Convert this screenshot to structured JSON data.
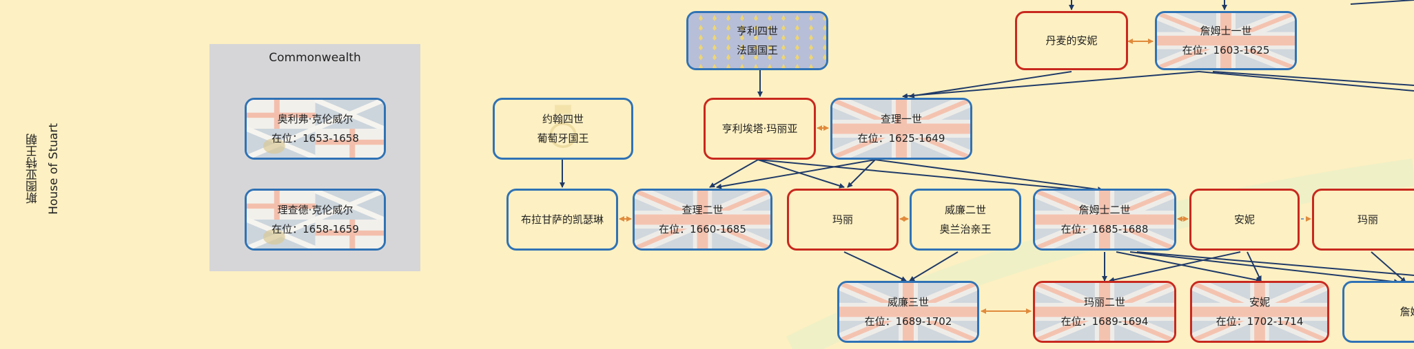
{
  "dynasty": {
    "zh": "斯图亚特王朝",
    "en": "House of Stuart"
  },
  "commonwealth": {
    "title": "Commonwealth",
    "members": [
      {
        "name": "奥利弗·克伦威尔",
        "reign": "在位：1653-1658"
      },
      {
        "name": "理查德·克伦威尔",
        "reign": "在位：1658-1659"
      }
    ]
  },
  "people": {
    "henri4": {
      "name": "亨利四世",
      "title": "法国国王"
    },
    "anne_denmark": {
      "name": "丹麦的安妮"
    },
    "james1": {
      "name": "詹姆士一世",
      "reign": "在位：1603-1625"
    },
    "joao4": {
      "name": "约翰四世",
      "title": "葡萄牙国王"
    },
    "henrietta": {
      "name": "亨利埃塔·玛丽亚"
    },
    "charles1": {
      "name": "查理一世",
      "reign": "在位：1625-1649"
    },
    "catherine": {
      "name": "布拉甘萨的凯瑟琳"
    },
    "charles2": {
      "name": "查理二世",
      "reign": "在位：1660-1685"
    },
    "mary_orange": {
      "name": "玛丽"
    },
    "william2": {
      "name": "威廉二世",
      "title": "奥兰治亲王"
    },
    "james2": {
      "name": "詹姆士二世",
      "reign": "在位：1685-1688"
    },
    "anne_hyde": {
      "name": "安妮"
    },
    "mary_modena": {
      "name": "玛丽"
    },
    "william3": {
      "name": "威廉三世",
      "reign": "在位：1689-1702"
    },
    "mary2": {
      "name": "玛丽二世",
      "reign": "在位：1689-1694"
    },
    "anne": {
      "name": "安妮",
      "reign": "在位：1702-1714"
    },
    "james_fe": {
      "name": "詹姆士"
    }
  },
  "colors": {
    "background": "#fdf0c2",
    "blue_border": "#2f72b5",
    "red_border": "#c8281e",
    "parent_arrow": "#1f3a68",
    "spouse_arrow": "#e08a3c",
    "union_blue": "#b8c7dd",
    "union_red": "#f0a898",
    "fleur_blue": "#9aa6d6",
    "fleur_gold": "#e7c84a"
  }
}
